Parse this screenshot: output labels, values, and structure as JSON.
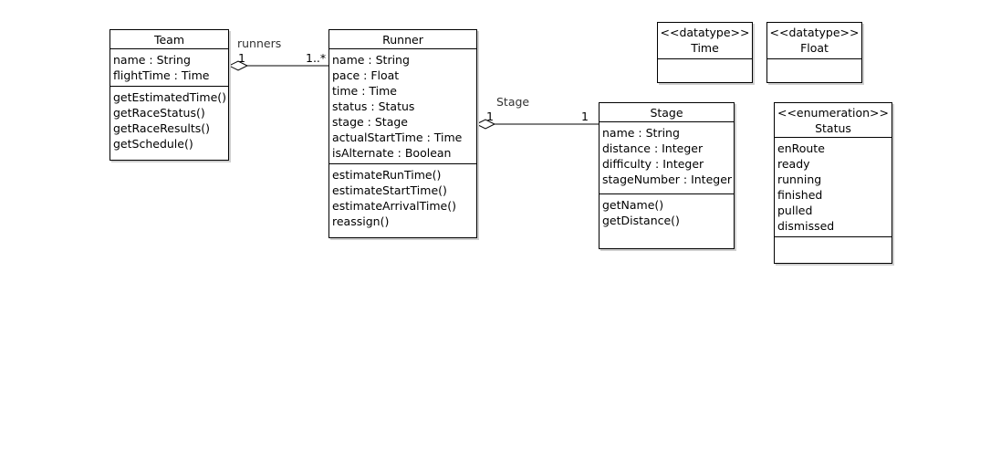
{
  "classes": {
    "team": {
      "name": "Team",
      "attributes": [
        "name : String",
        "flightTime : Time"
      ],
      "operations": [
        "getEstimatedTime()",
        "getRaceStatus()",
        "getRaceResults()",
        "getSchedule()"
      ]
    },
    "runner": {
      "name": "Runner",
      "attributes": [
        "name : String",
        "pace : Float",
        "time : Time",
        "status : Status",
        "stage : Stage",
        "actualStartTime : Time",
        "isAlternate : Boolean"
      ],
      "operations": [
        "estimateRunTime()",
        "estimateStartTime()",
        "estimateArrivalTime()",
        "reassign()"
      ]
    },
    "stage": {
      "name": "Stage",
      "attributes": [
        "name : String",
        "distance : Integer",
        "difficulty : Integer",
        "stageNumber : Integer"
      ],
      "operations": [
        "getName()",
        "getDistance()"
      ]
    },
    "time": {
      "stereotype": "<<datatype>>",
      "name": "Time"
    },
    "float": {
      "stereotype": "<<datatype>>",
      "name": "Float"
    },
    "status": {
      "stereotype": "<<enumeration>>",
      "name": "Status",
      "literals": [
        "enRoute",
        "ready",
        "running",
        "finished",
        "pulled",
        "dismissed"
      ]
    }
  },
  "associations": {
    "team_runner": {
      "role": "runners",
      "source_multiplicity": "1",
      "target_multiplicity": "1..*"
    },
    "runner_stage": {
      "role": "Stage",
      "source_multiplicity": "1",
      "target_multiplicity": "1"
    }
  }
}
